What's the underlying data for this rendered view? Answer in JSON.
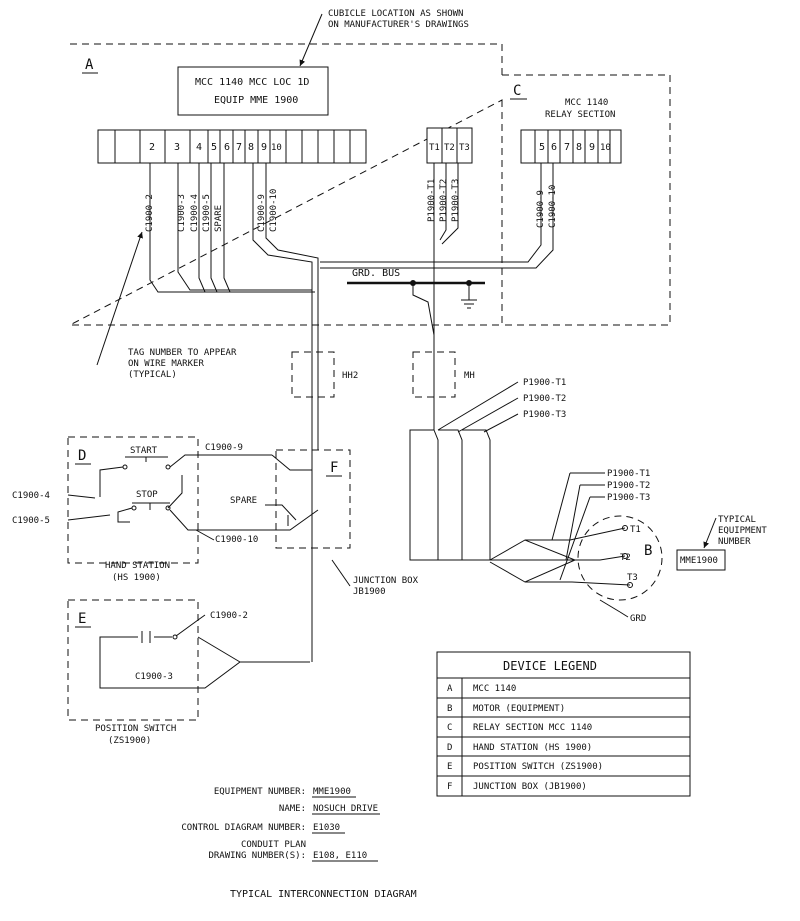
{
  "callouts": {
    "cubicle": [
      "CUBICLE LOCATION AS SHOWN",
      "ON MANUFACTURER'S DRAWINGS"
    ],
    "tag": [
      "TAG NUMBER TO APPEAR",
      "ON WIRE MARKER",
      "(TYPICAL)"
    ],
    "typical_equipment": [
      "TYPICAL",
      "EQUIPMENT",
      "NUMBER"
    ],
    "junction_box": [
      "JUNCTION BOX",
      "JB1900"
    ]
  },
  "area_letters": {
    "a": "A",
    "b": "B",
    "c": "C",
    "d": "D",
    "e": "E",
    "f": "F"
  },
  "mcc": {
    "title_line1": "MCC 1140   MCC LOC 1D",
    "title_line2": "EQUIP MME 1900",
    "terminals": [
      "2",
      "3",
      "4",
      "5",
      "6",
      "7",
      "8",
      "9",
      "10"
    ],
    "power_terminals": [
      "T1",
      "T2",
      "T3"
    ],
    "wires": [
      "C1900-2",
      "C1900-3",
      "C1900-4",
      "C1900-5",
      "SPARE",
      "C1900-9",
      "C1900-10"
    ],
    "power_wires": [
      "P1900-T1",
      "P1900-T2",
      "P1900-T3"
    ],
    "ground_bus": "GRD. BUS"
  },
  "relay_section": {
    "title_line1": "MCC 1140",
    "title_line2": "RELAY SECTION",
    "terminals": [
      "5",
      "6",
      "7",
      "8",
      "9",
      "10"
    ],
    "wires": [
      "C1900-9",
      "C1900-10"
    ]
  },
  "handholes": {
    "hh2": "HH2",
    "mh": "MH"
  },
  "field_wires": {
    "p_t1": "P1900-T1",
    "p_t2": "P1900-T2",
    "p_t3": "P1900-T3",
    "c9": "C1900-9",
    "c10": "C1900-10",
    "c4": "C1900-4",
    "c5": "C1900-5",
    "c2": "C1900-2",
    "c3": "C1900-3",
    "spare": "SPARE"
  },
  "motor": {
    "t1": "T1",
    "t2": "T2",
    "t3": "T3",
    "grd": "GRD",
    "equipment_number": "MME1900"
  },
  "hand_station": {
    "start": "START",
    "stop": "STOP",
    "title": "HAND STATION",
    "subtitle": "(HS 1900)"
  },
  "position_switch": {
    "title": "POSITION SWITCH",
    "subtitle": "(ZS1900)"
  },
  "legend": {
    "title": "DEVICE LEGEND",
    "rows": [
      {
        "key": "A",
        "desc": "MCC 1140"
      },
      {
        "key": "B",
        "desc": "MOTOR (EQUIPMENT)"
      },
      {
        "key": "C",
        "desc": "RELAY SECTION MCC 1140"
      },
      {
        "key": "D",
        "desc": "HAND STATION (HS 1900)"
      },
      {
        "key": "E",
        "desc": "POSITION SWITCH (ZS1900)"
      },
      {
        "key": "F",
        "desc": "JUNCTION BOX (JB1900)"
      }
    ]
  },
  "info": [
    {
      "label": "EQUIPMENT NUMBER:",
      "value": "MME1900"
    },
    {
      "label": "NAME:",
      "value": "NOSUCH DRIVE"
    },
    {
      "label": "CONTROL DIAGRAM NUMBER:",
      "value": "E1030"
    },
    {
      "label": "CONDUIT PLAN",
      "value": ""
    },
    {
      "label": "DRAWING NUMBER(S):",
      "value": "E108, E110"
    }
  ],
  "footer_title": "TYPICAL INTERCONNECTION DIAGRAM"
}
